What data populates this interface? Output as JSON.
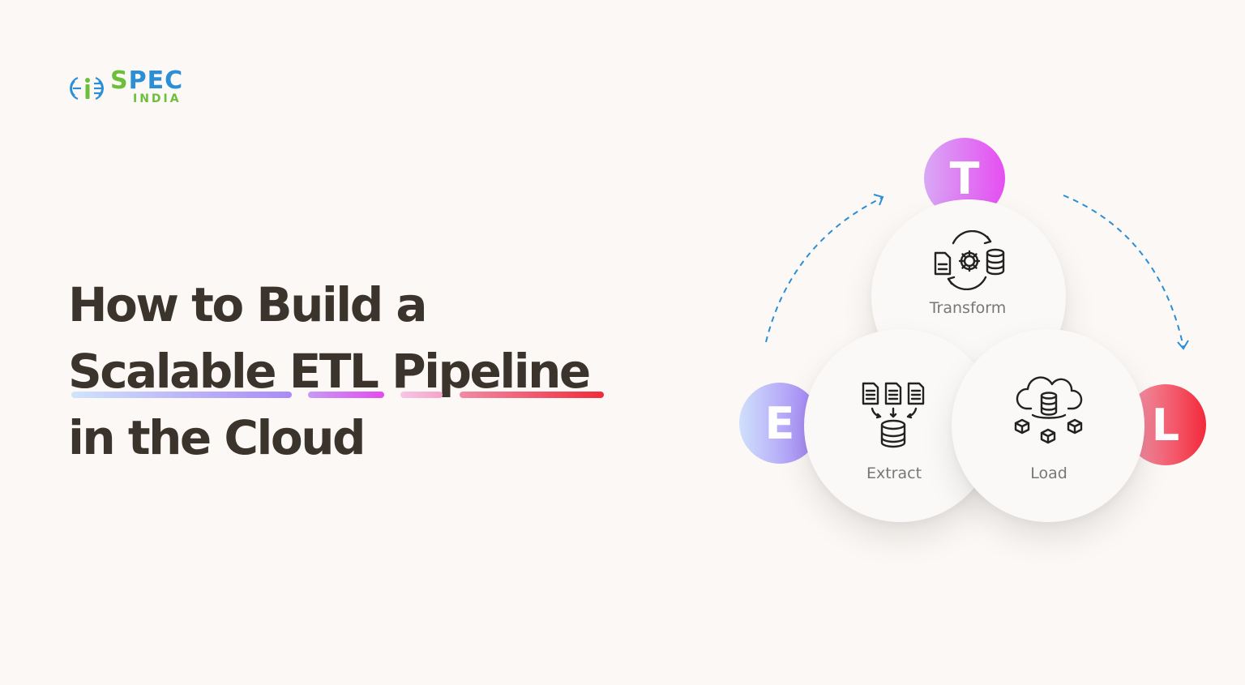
{
  "brand": {
    "logo_top": "SPEC",
    "logo_bottom": "INDIA",
    "colors": {
      "green": "#6cbf3a",
      "blue": "#2a8fd6"
    }
  },
  "headline": {
    "line1": "How to Build a",
    "line2": "Scalable ETL Pipeline",
    "line3": "in the Cloud",
    "text_color": "#3a342c"
  },
  "diagram": {
    "steps": [
      {
        "letter": "T",
        "label": "Transform",
        "icon": "transform-gear-database-icon",
        "color": "#d66cf2"
      },
      {
        "letter": "E",
        "label": "Extract",
        "icon": "extract-documents-to-database-icon",
        "color": "#a98af7"
      },
      {
        "letter": "L",
        "label": "Load",
        "icon": "load-cloud-database-icon",
        "color": "#f2445a"
      }
    ],
    "arrow_color": "#2a8fd6"
  }
}
